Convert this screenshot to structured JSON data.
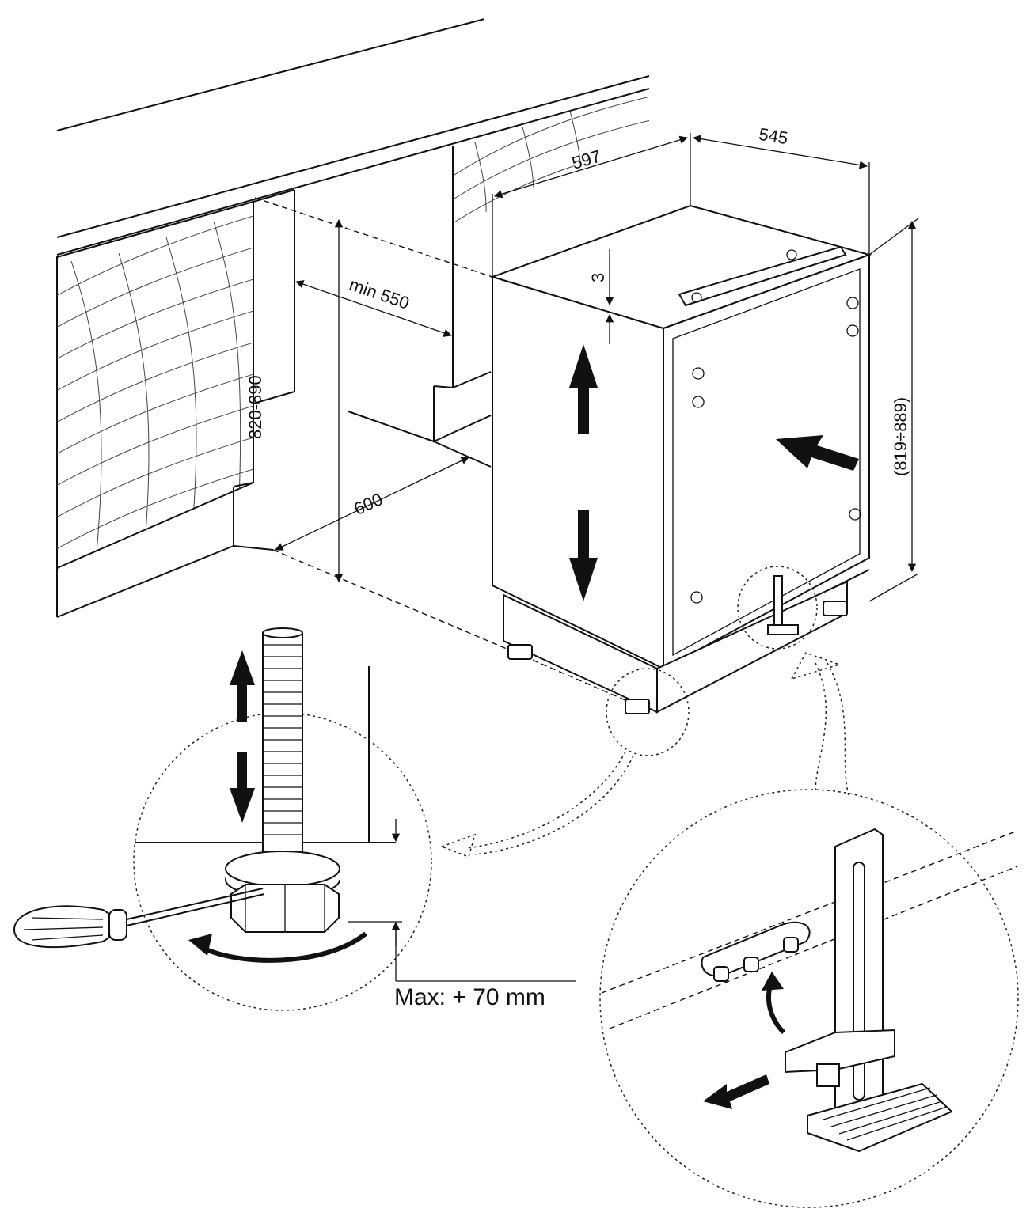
{
  "dimensions": {
    "width_597": "597",
    "depth_545": "545",
    "gap_3": "3",
    "niche_depth": "min 550",
    "niche_height": "820-890",
    "appliance_height": "(819÷889)",
    "niche_width": "600"
  },
  "foot_detail": {
    "max_label": "Max: + 70 mm"
  },
  "icons": [
    "up-down-arrow-icon",
    "push-arrow-icon",
    "rotate-arrow-icon",
    "screwdriver-icon",
    "adjustable-foot-icon",
    "plinth-bracket-icon"
  ]
}
